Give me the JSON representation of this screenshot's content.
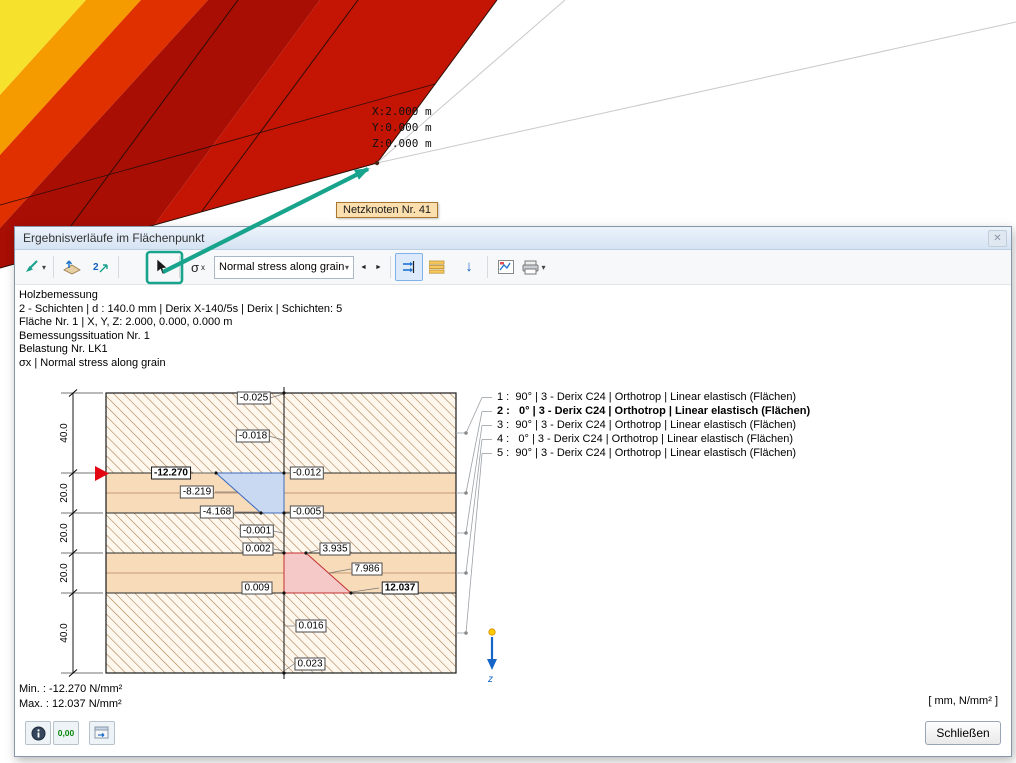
{
  "icons": {
    "caret_down": "▾",
    "prev": "◄",
    "next": "►",
    "close": "✕",
    "updown": "⇅",
    "z_down": "↓",
    "sigma": "σ",
    "sigma_sub": "x"
  },
  "scene": {
    "coords": [
      "X:2.000 m",
      "Y:0.000 m",
      "Z:0.000 m"
    ],
    "tooltip_label": "Netzknoten Nr. 41",
    "band_colors": [
      "#f6e12c",
      "#f59b00",
      "#e03000",
      "#a80e03",
      "#c41404"
    ],
    "annotation_color": "#17a38c"
  },
  "dialog": {
    "title": "Ergebnisverläufe im Flächenpunkt",
    "toolbar": {
      "combo_value": "Normal stress along grain"
    },
    "info_lines": [
      "Holzbemessung",
      "2 - Schichten | d : 140.0 mm | Derix X-140/5s | Derix | Schichten: 5",
      "Fläche Nr. 1 | X, Y, Z: 2.000, 0.000, 0.000 m",
      "Bemessungssituation Nr. 1",
      "Belastung Nr. LK1",
      "σx | Normal stress along grain"
    ],
    "diagram": {
      "thickness_labels": [
        "40.0",
        "20.0",
        "20.0",
        "20.0",
        "40.0"
      ],
      "values": [
        "-0.025",
        "-0.018",
        "-12.270",
        "-8.219",
        "-4.168",
        "-0.012",
        "-0.005",
        "-0.001",
        "0.002",
        "3.935",
        "7.986",
        "0.009",
        "12.037",
        "0.016",
        "0.023"
      ],
      "legend": [
        "1 :  90° | 3 - Derix C24 | Orthotrop | Linear elastisch (Flächen)",
        "2 :   0° | 3 - Derix C24 | Orthotrop | Linear elastisch (Flächen)",
        "3 :  90° | 3 - Derix C24 | Orthotrop | Linear elastisch (Flächen)",
        "4 :   0° | 3 - Derix C24 | Orthotrop | Linear elastisch (Flächen)",
        "5 :  90° | 3 - Derix C24 | Orthotrop | Linear elastisch (Flächen)"
      ],
      "z_axis_label": "z"
    },
    "results": {
      "min_text": "Min. : -12.270 N/mm²",
      "max_text": "Max. :  12.037 N/mm²",
      "units_text": "[ mm, N/mm² ]"
    },
    "buttons": {
      "close": "Schließen",
      "decimals": "0,00"
    }
  }
}
